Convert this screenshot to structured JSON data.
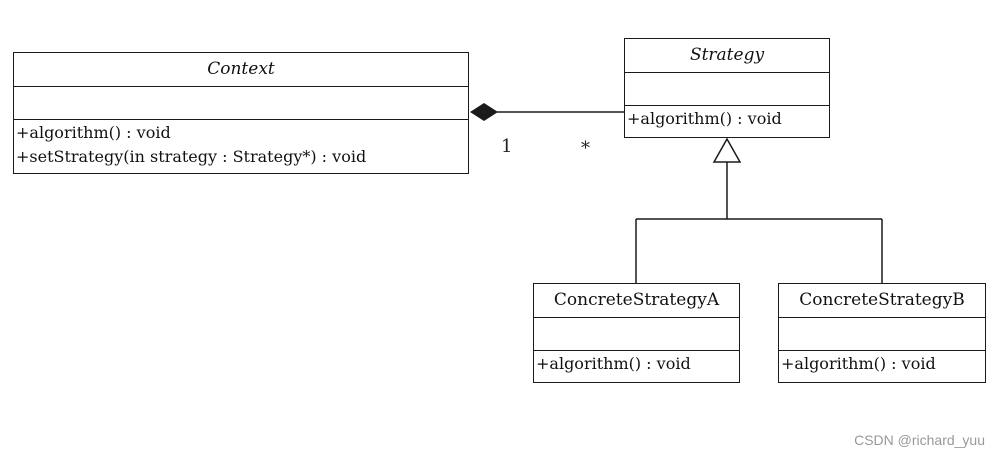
{
  "classes": {
    "context": {
      "name": "Context",
      "operations": [
        "+algorithm() : void",
        "+setStrategy(in strategy : Strategy*) : void"
      ]
    },
    "strategy": {
      "name": "Strategy",
      "operations": [
        "+algorithm() : void"
      ]
    },
    "concrete_a": {
      "name": "ConcreteStrategyA",
      "operations": [
        "+algorithm() : void"
      ]
    },
    "concrete_b": {
      "name": "ConcreteStrategyB",
      "operations": [
        "+algorithm() : void"
      ]
    }
  },
  "associations": {
    "composition": {
      "context_end": "1",
      "strategy_end": "*"
    }
  },
  "watermark": "CSDN @richard_yuu",
  "colors": {
    "line": "#1a1a1a",
    "watermark": "#999999"
  }
}
